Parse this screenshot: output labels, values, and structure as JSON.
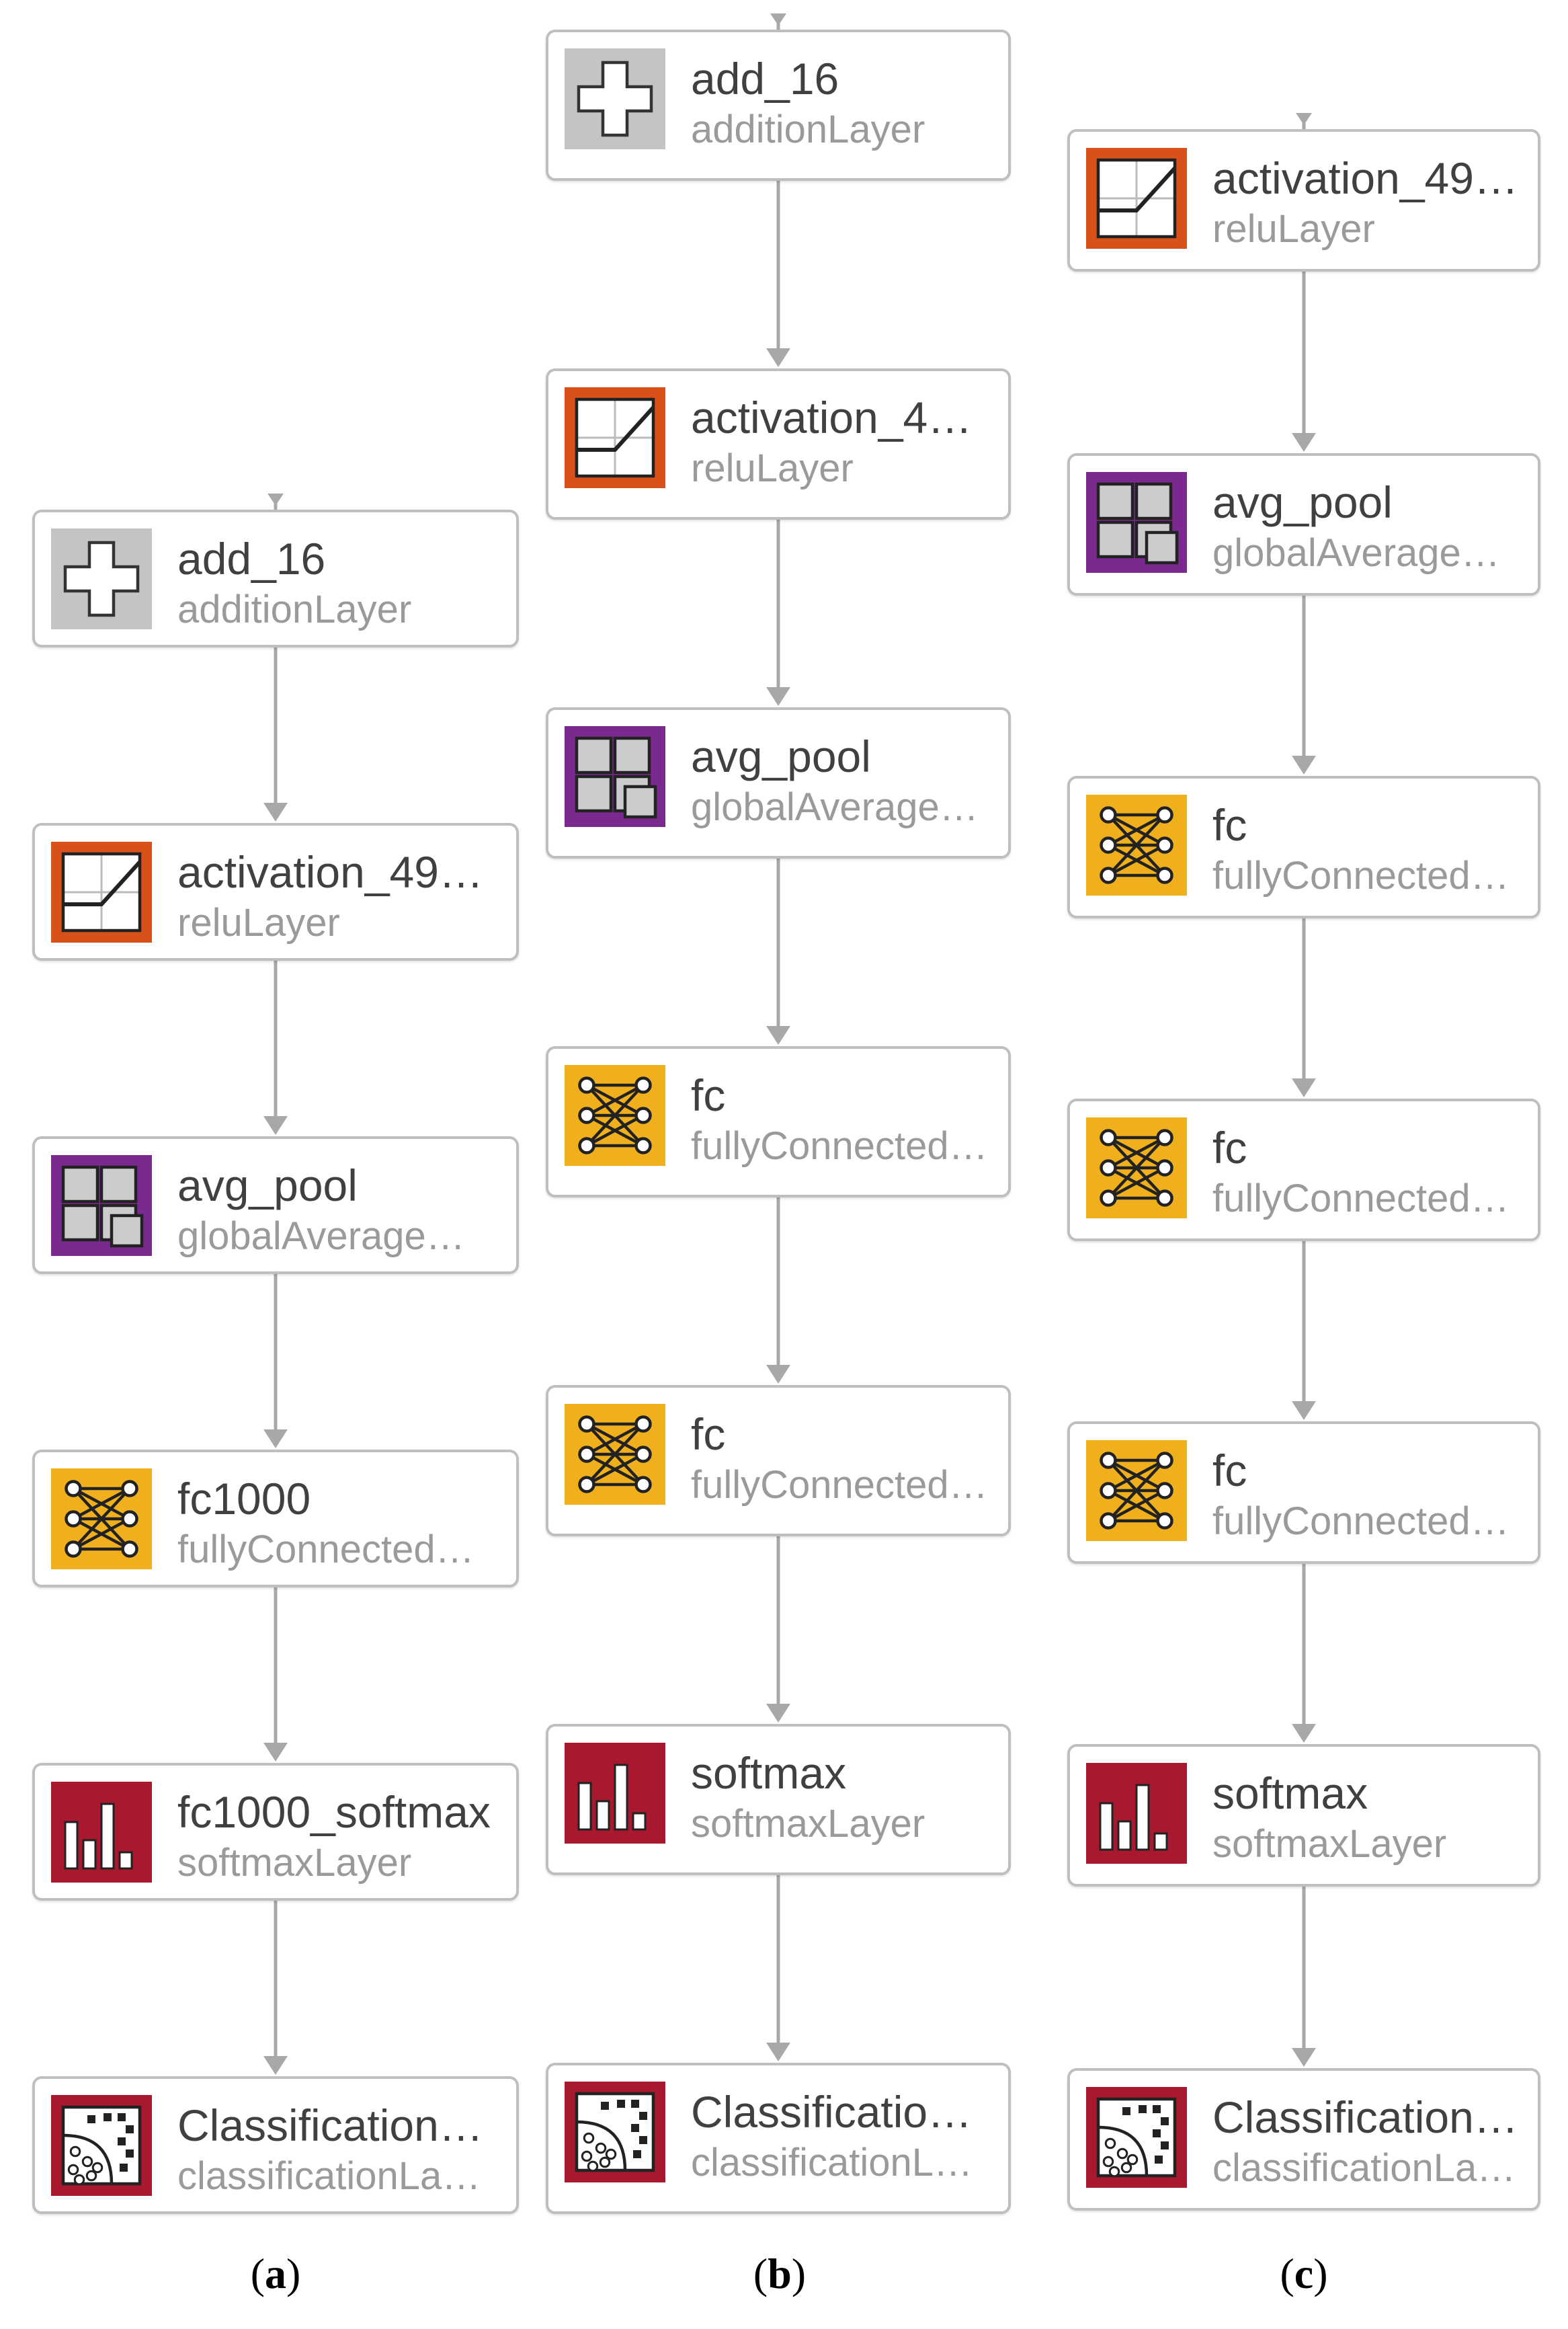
{
  "columns": [
    {
      "id": "a",
      "label": "a",
      "nodes": [
        {
          "name": "add_16",
          "type": "additionLayer",
          "icon": "addition-icon"
        },
        {
          "name": "activation_49…",
          "type": "reluLayer",
          "icon": "relu-icon"
        },
        {
          "name": "avg_pool",
          "type": "globalAverage…",
          "icon": "avg-pool-icon"
        },
        {
          "name": "fc1000",
          "type": "fullyConnected…",
          "icon": "fully-connected-icon"
        },
        {
          "name": "fc1000_softmax",
          "type": "softmaxLayer",
          "icon": "softmax-icon"
        },
        {
          "name": "Classification…",
          "type": "classificationLa…",
          "icon": "classification-icon"
        }
      ]
    },
    {
      "id": "b",
      "label": "b",
      "nodes": [
        {
          "name": "add_16",
          "type": "additionLayer",
          "icon": "addition-icon"
        },
        {
          "name": "activation_49…",
          "type": "reluLayer",
          "icon": "relu-icon"
        },
        {
          "name": "avg_pool",
          "type": "globalAverage…",
          "icon": "avg-pool-icon"
        },
        {
          "name": "fc",
          "type": "fullyConnected…",
          "icon": "fully-connected-icon"
        },
        {
          "name": "fc",
          "type": "fullyConnected…",
          "icon": "fully-connected-icon"
        },
        {
          "name": "softmax",
          "type": "softmaxLayer",
          "icon": "softmax-icon"
        },
        {
          "name": "Classification…",
          "type": "classificationLa…",
          "icon": "classification-icon"
        }
      ]
    },
    {
      "id": "c",
      "label": "c",
      "nodes": [
        {
          "name": "activation_49…",
          "type": "reluLayer",
          "icon": "relu-icon"
        },
        {
          "name": "avg_pool",
          "type": "globalAverage…",
          "icon": "avg-pool-icon"
        },
        {
          "name": "fc",
          "type": "fullyConnected…",
          "icon": "fully-connected-icon"
        },
        {
          "name": "fc",
          "type": "fullyConnected…",
          "icon": "fully-connected-icon"
        },
        {
          "name": "fc",
          "type": "fullyConnected…",
          "icon": "fully-connected-icon"
        },
        {
          "name": "softmax",
          "type": "softmaxLayer",
          "icon": "softmax-icon"
        },
        {
          "name": "Classification…",
          "type": "classificationLa…",
          "icon": "classification-icon"
        }
      ]
    }
  ],
  "icon_colors": {
    "addition-icon": "#c4c4c4",
    "relu-icon": "#d8501a",
    "avg-pool-icon": "#7a2a8e",
    "fully-connected-icon": "#f0b01e",
    "softmax-icon": "#a8182e",
    "classification-icon": "#a8182e"
  }
}
